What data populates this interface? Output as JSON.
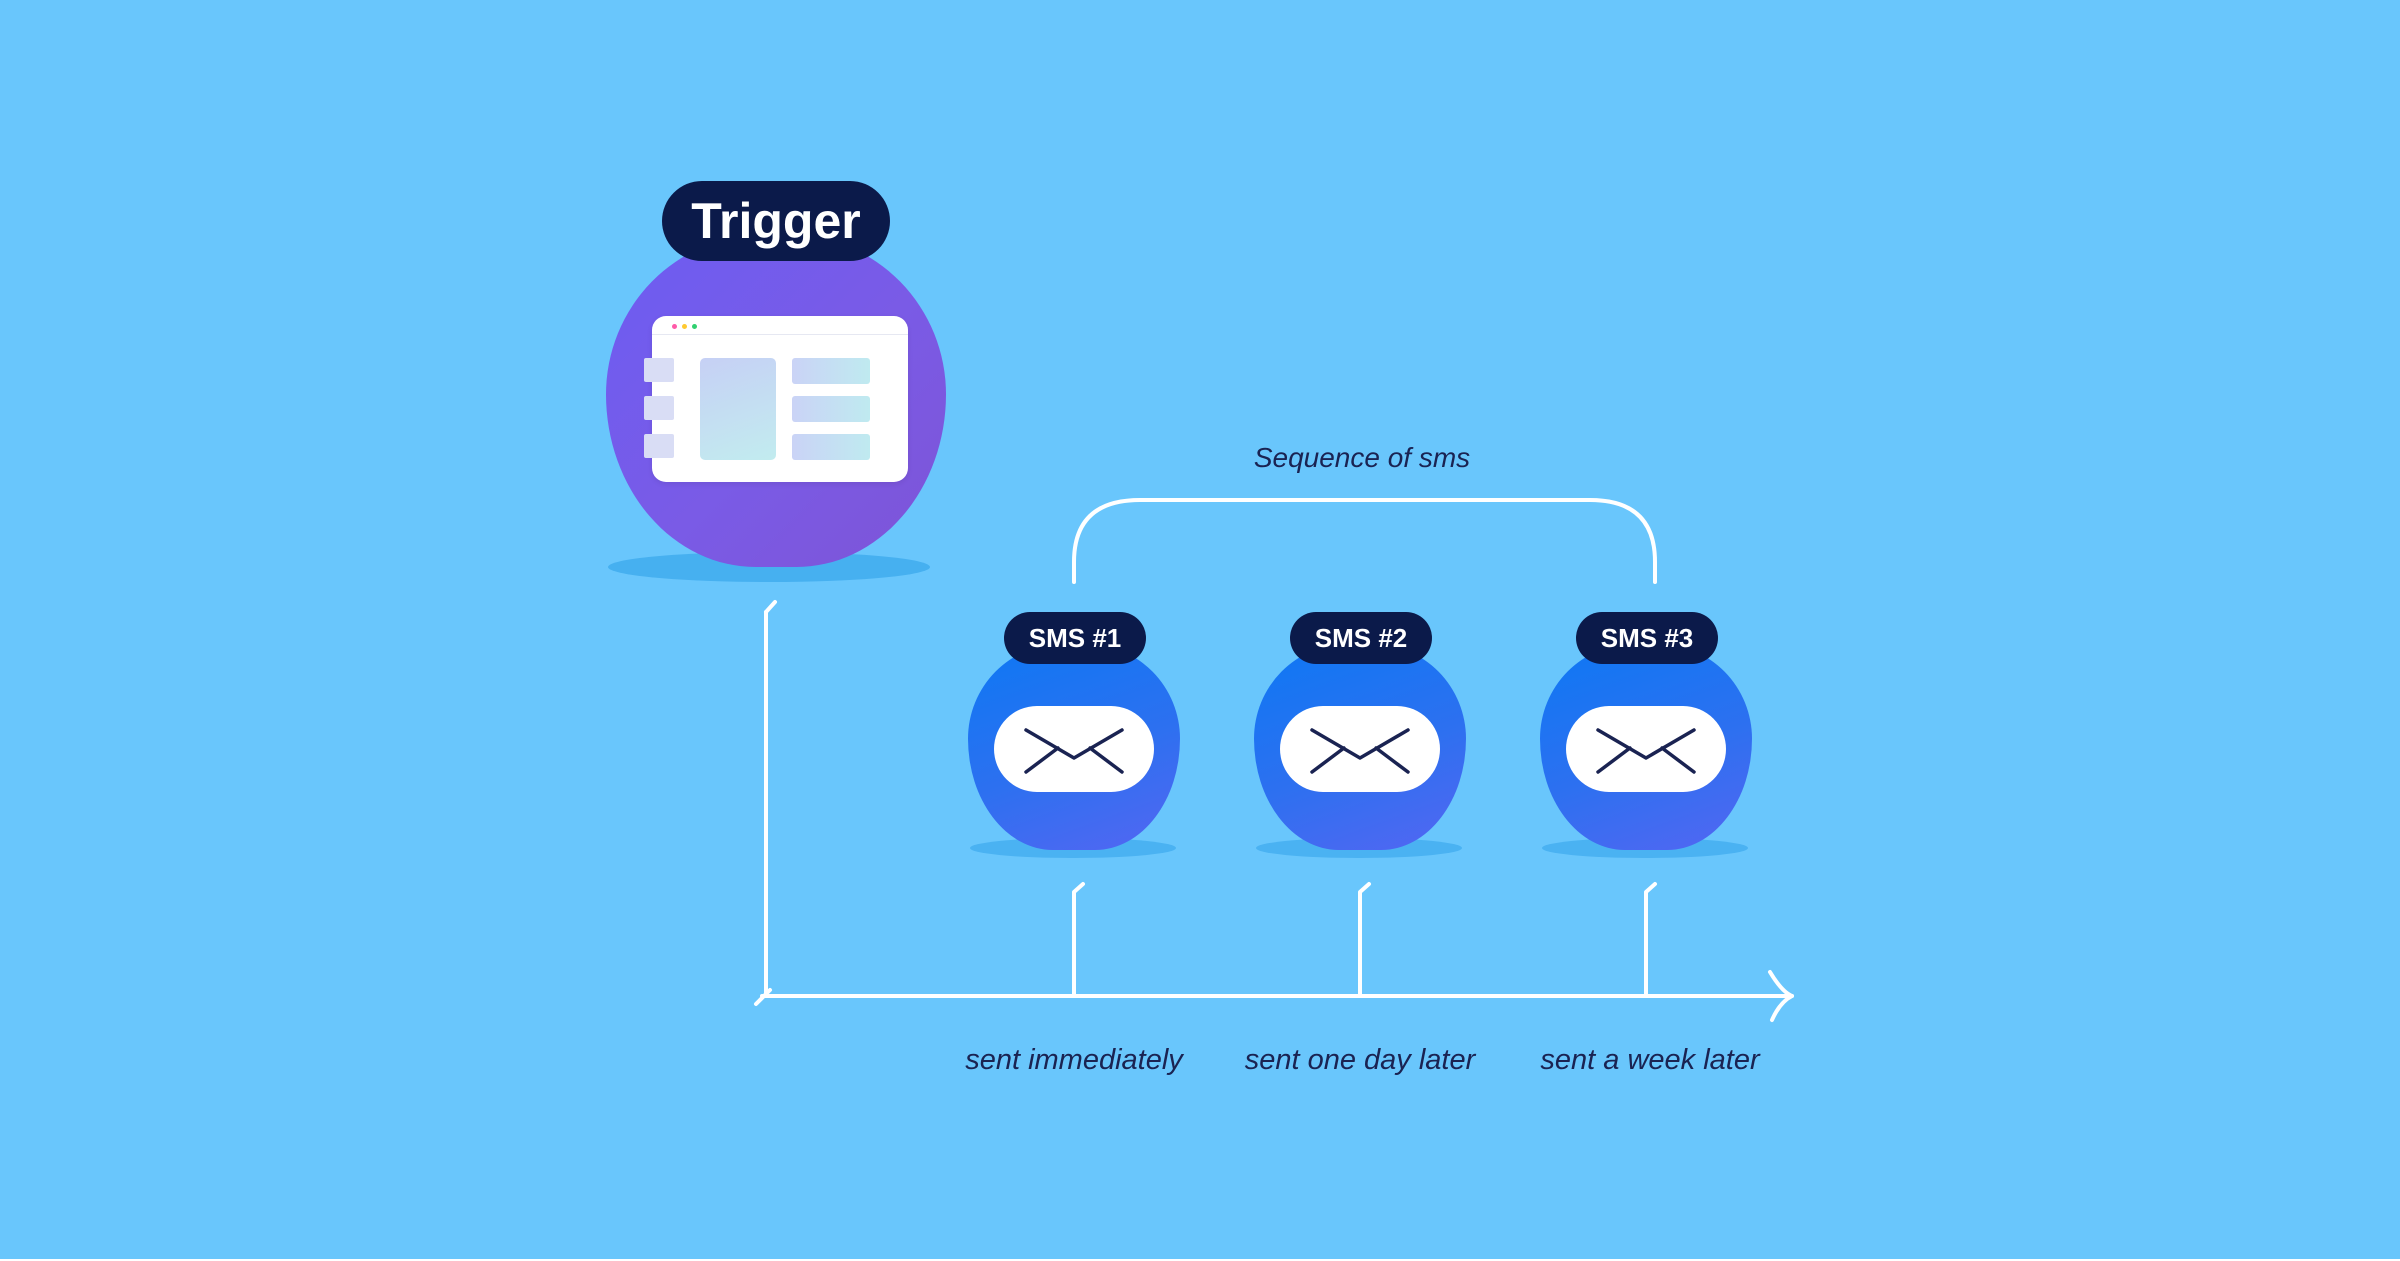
{
  "trigger": {
    "label": "Trigger",
    "icon": "browser-window-icon"
  },
  "sequence_label": "Sequence of sms",
  "sms_nodes": [
    {
      "label": "SMS #1",
      "caption": "sent immediately",
      "icon": "envelope-icon"
    },
    {
      "label": "SMS #2",
      "caption": "sent one day later",
      "icon": "envelope-icon"
    },
    {
      "label": "SMS #3",
      "caption": "sent a week later",
      "icon": "envelope-icon"
    }
  ],
  "colors": {
    "background": "#69c6fc",
    "trigger_gradient": [
      "#6c5cf2",
      "#7e54d6"
    ],
    "sms_gradient": [
      "#0d78f4",
      "#5466f2"
    ],
    "pill": "#0b1a4a",
    "caption_text": "#1a2352",
    "lines": "#ffffff"
  }
}
